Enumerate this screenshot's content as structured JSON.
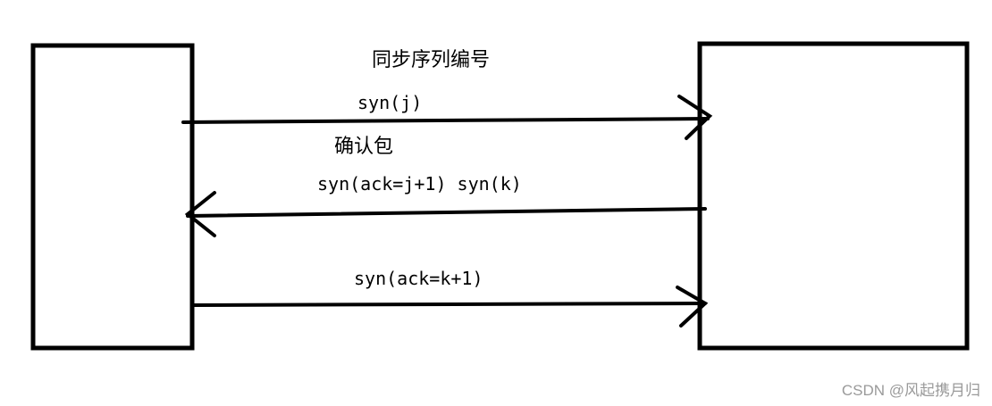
{
  "colors": {
    "ink": "#000000",
    "watermark": "#9a9a9a",
    "background": "#ffffff"
  },
  "nodes": [
    {
      "id": "left-endpoint",
      "label": ""
    },
    {
      "id": "right-endpoint",
      "label": ""
    }
  ],
  "edges": [
    {
      "id": "syn",
      "from": "left-endpoint",
      "to": "right-endpoint",
      "header": "同步序列编号",
      "label": "syn(j)"
    },
    {
      "id": "syn-ack",
      "from": "right-endpoint",
      "to": "left-endpoint",
      "header": "确认包",
      "label": "syn(ack=j+1)  syn(k)"
    },
    {
      "id": "ack",
      "from": "left-endpoint",
      "to": "right-endpoint",
      "header": "",
      "label": "syn(ack=k+1)"
    }
  ],
  "watermark": "CSDN @风起携月归"
}
